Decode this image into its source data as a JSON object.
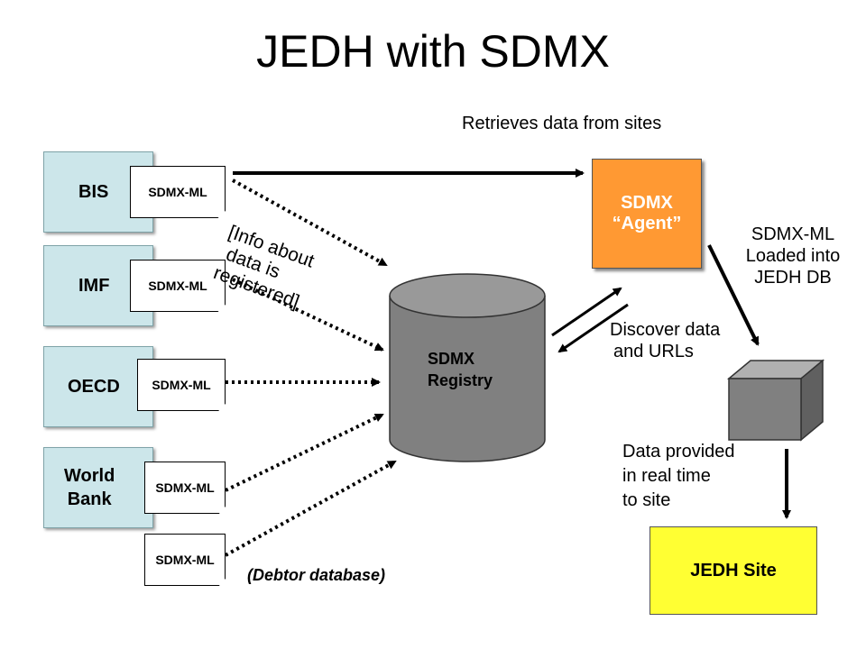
{
  "title": "JEDH with SDMX",
  "top_label": "Retrieves data from sites",
  "sources": [
    {
      "name": "BIS",
      "doc": "SDMX-ML"
    },
    {
      "name": "IMF",
      "doc": "SDMX-ML"
    },
    {
      "name": "OECD",
      "doc": "SDMX-ML"
    },
    {
      "name_line1": "World",
      "name_line2": "Bank",
      "doc": "SDMX-ML"
    }
  ],
  "extra_doc": "SDMX-ML",
  "debtor_label": "(Debtor database)",
  "info_label": {
    "line1": "[Info about",
    "line2": "data is",
    "line3": "registered]"
  },
  "registry": {
    "line1": "SDMX",
    "line2": "Registry"
  },
  "agent": {
    "line1": "SDMX",
    "line2": "“Agent”"
  },
  "loaded_label": {
    "line1": "SDMX-ML",
    "line2": "Loaded into",
    "line3": "JEDH DB"
  },
  "discover_label": {
    "line1": "Discover data",
    "line2": "and URLs"
  },
  "provided_label": {
    "line1": "Data provided",
    "line2": "in real time",
    "line3": "to site"
  },
  "site": "JEDH Site",
  "colors": {
    "source_box": "#cce6ea",
    "agent_box": "#ff9933",
    "registry": "#808080",
    "database_cube": "#808080",
    "site_box": "#ffff33"
  }
}
